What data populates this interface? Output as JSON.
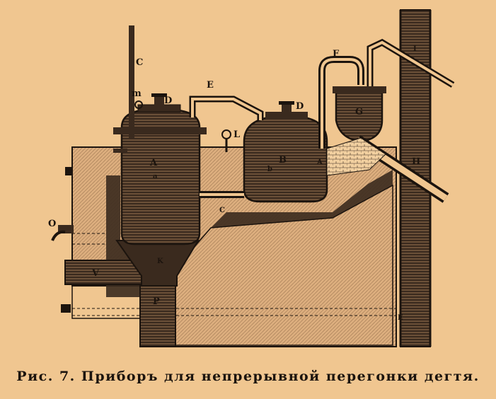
{
  "caption": "Рис. 7. Приборъ для непрерывной перегонки дегтя.",
  "labels": {
    "C": "C",
    "m": "m",
    "D1": "D",
    "E": "E",
    "L": "L",
    "D2": "D",
    "F": "F",
    "G": "G",
    "A1": "A",
    "A2": "A",
    "B": "B",
    "b": "b",
    "a": "a",
    "c": "C",
    "O": "O",
    "V": "V",
    "P": "P",
    "H": "H",
    "I": "I",
    "K": "K",
    "E2": "E"
  },
  "colors": {
    "background": "#f0c690",
    "ink": "#1c140e",
    "masonry": "#d9ad7c"
  }
}
